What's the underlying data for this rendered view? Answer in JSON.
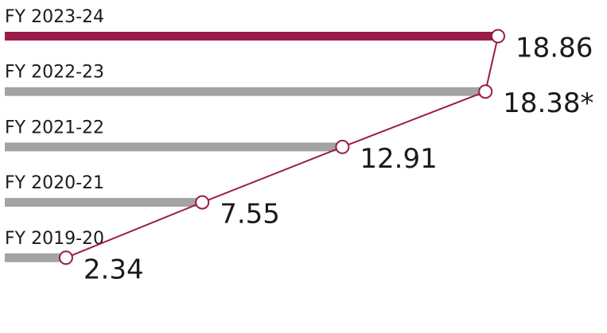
{
  "chart_data": {
    "type": "bar",
    "orientation": "horizontal",
    "categories": [
      "FY 2023-24",
      "FY 2022-23",
      "FY 2021-22",
      "FY 2020-21",
      "FY 2019-20"
    ],
    "values": [
      18.86,
      18.38,
      12.91,
      7.55,
      2.34
    ],
    "value_labels": [
      "18.86",
      "18.38*",
      "12.91",
      "7.55",
      "2.34"
    ],
    "highlight_index": 0,
    "xlim": [
      0,
      18.86
    ],
    "grid": false,
    "legend": "none",
    "colors": {
      "highlight": "#9b1b4b",
      "bar": "#a3a3a5",
      "line": "#9b1b4b",
      "marker_fill": "#ffffff"
    }
  }
}
